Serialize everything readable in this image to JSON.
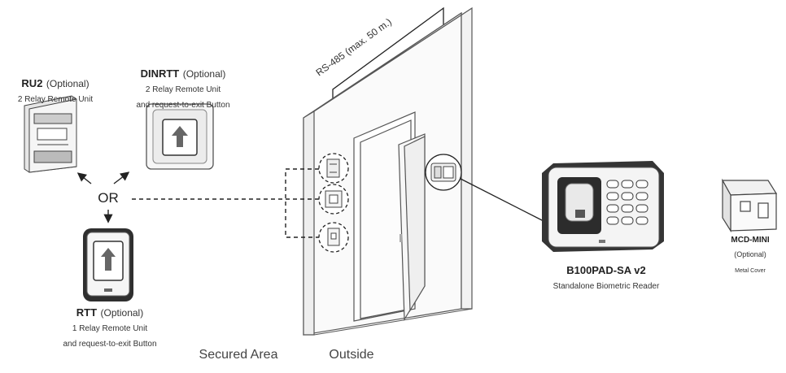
{
  "devices": {
    "ru2": {
      "name": "RU2",
      "optional": "(Optional)",
      "desc": "2 Relay Remote Unit"
    },
    "dinrtt": {
      "name": "DINRTT",
      "optional": "(Optional)",
      "desc1": "2 Relay Remote Unit",
      "desc2": "and request-to-exit Button"
    },
    "rtt": {
      "name": "RTT",
      "optional": "(Optional)",
      "desc1": "1 Relay Remote Unit",
      "desc2": "and request-to-exit Button"
    },
    "reader": {
      "name": "B100PAD-SA v2",
      "desc": "Standalone Biometric Reader"
    },
    "mcd": {
      "name": "MCD-MINI",
      "optional": "(Optional)",
      "desc": "Metal Cover"
    }
  },
  "or_label": "OR",
  "bus_label": "RS-485 (max. 50 m.)",
  "areas": {
    "secured": "Secured Area",
    "outside": "Outside"
  },
  "icons": [
    "up-arrow-icon",
    "arrow-icon",
    "fingerprint-icon",
    "keypad-icon"
  ]
}
